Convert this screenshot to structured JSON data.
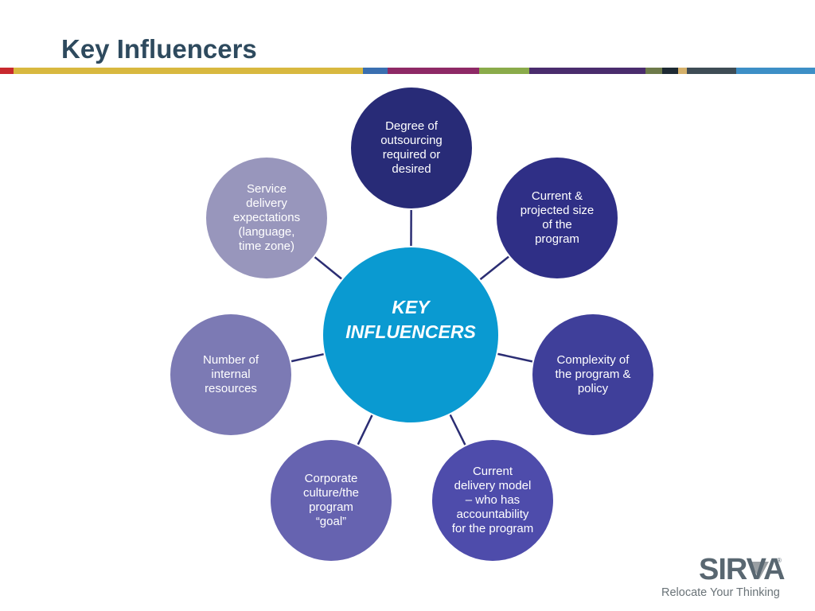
{
  "slide": {
    "title": "Key Influencers"
  },
  "color_bar": [
    {
      "name": "red",
      "color": "#c8292e"
    },
    {
      "name": "gold",
      "color": "#d8b83f"
    },
    {
      "name": "blue",
      "color": "#3a6fb0"
    },
    {
      "name": "magenta",
      "color": "#8e2966"
    },
    {
      "name": "green",
      "color": "#8aab4a"
    },
    {
      "name": "purple",
      "color": "#4a2c6d"
    },
    {
      "name": "olive",
      "color": "#6d7a4a"
    },
    {
      "name": "dark",
      "color": "#1e2a33"
    },
    {
      "name": "tan",
      "color": "#d4b06a"
    },
    {
      "name": "slate",
      "color": "#3e4c55"
    },
    {
      "name": "sky",
      "color": "#3d8fc6"
    }
  ],
  "diagram": {
    "center": {
      "label": "KEY\nINFLUENCERS",
      "color": "#0a9ad1"
    },
    "connector_color": "#2b2d73",
    "nodes": [
      {
        "id": "outsourcing",
        "label": "Degree of\noutsourcing\nrequired or\ndesired",
        "color": "#282b77"
      },
      {
        "id": "program-size",
        "label": "Current &\nprojected size\nof the\nprogram",
        "color": "#2f2f86"
      },
      {
        "id": "complexity",
        "label": "Complexity of\nthe program &\npolicy",
        "color": "#3f3f9a"
      },
      {
        "id": "delivery-model",
        "label": "Current\ndelivery model\n– who has\naccountability\nfor the program",
        "color": "#4e4cab"
      },
      {
        "id": "corporate-culture",
        "label": "Corporate\nculture/the\nprogram\n“goal”",
        "color": "#6663b0"
      },
      {
        "id": "internal-resources",
        "label": "Number of\ninternal\nresources",
        "color": "#7c7ab4"
      },
      {
        "id": "service-delivery",
        "label": "Service\ndelivery\nexpectations\n(language,\ntime zone)",
        "color": "#9896bc"
      }
    ]
  },
  "logo": {
    "wordmark": "SIRVA",
    "registered": "®",
    "tagline": "Relocate Your Thinking",
    "triangle_color": "#9a9fa3"
  }
}
